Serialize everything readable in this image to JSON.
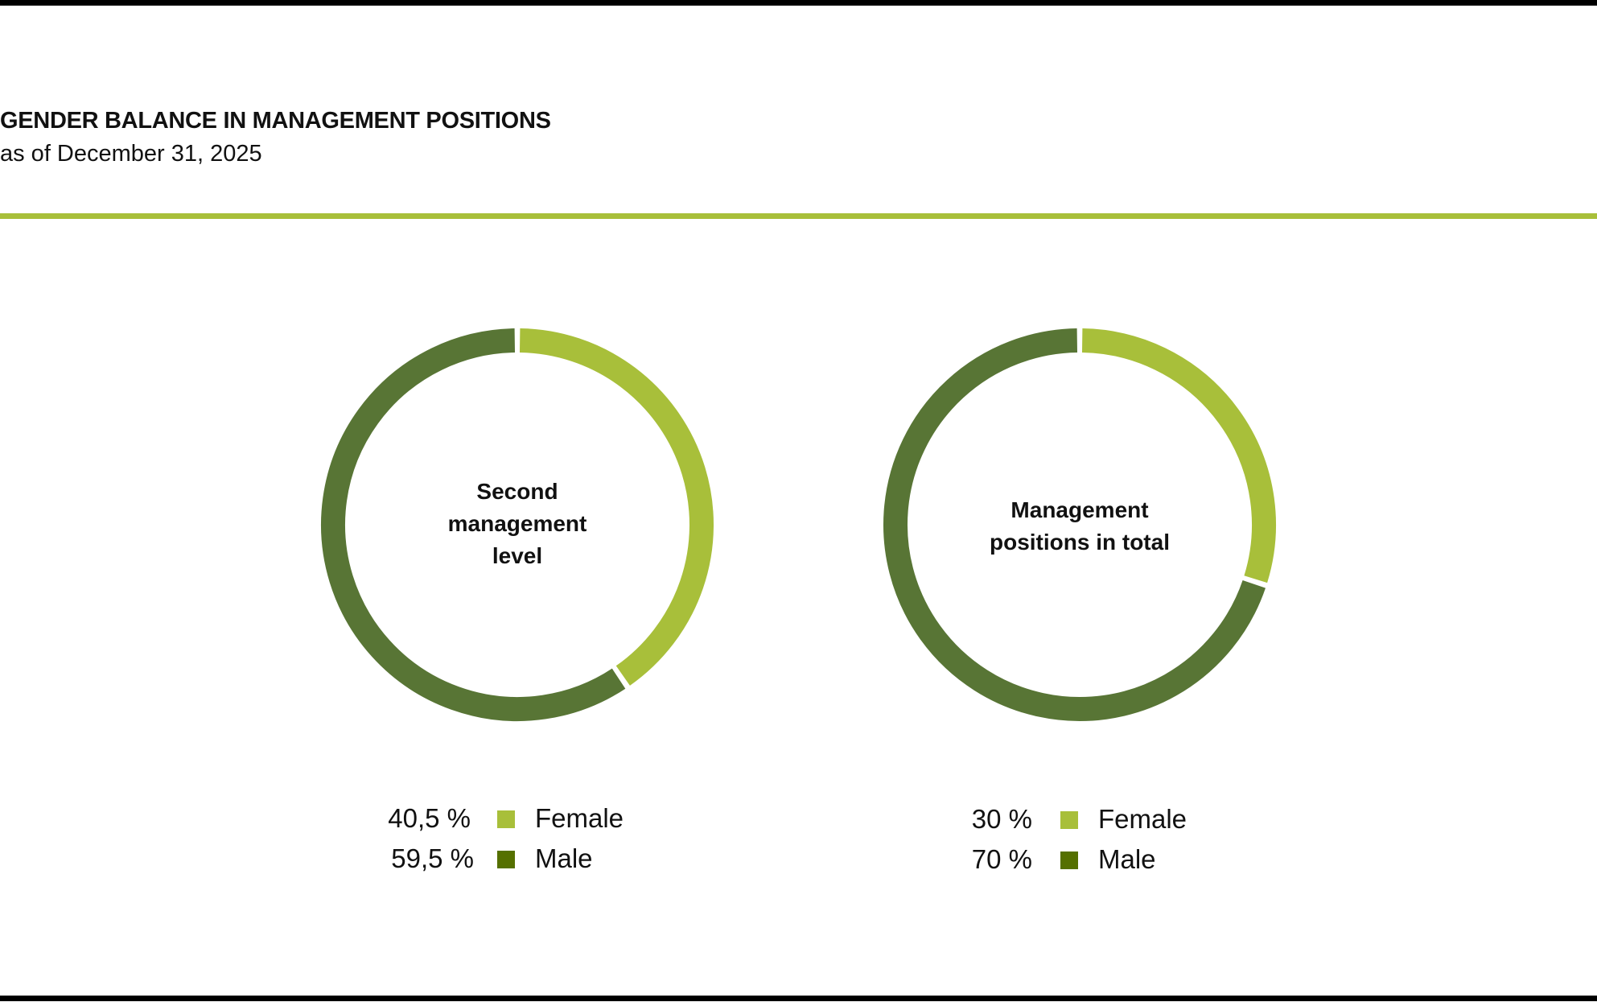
{
  "title": "GENDER BALANCE IN MANAGEMENT POSITIONS",
  "subtitle": "as of December 31, 2025",
  "colors": {
    "female": "#a8bf3a",
    "male_ring": "#587535",
    "male_legend": "#557000",
    "rule": "#a8bf3a"
  },
  "chart_data": [
    {
      "type": "pie",
      "variant": "donut",
      "center_label": [
        "Second",
        "management",
        "level"
      ],
      "categories": [
        "Female",
        "Male"
      ],
      "values": [
        40.5,
        59.5
      ],
      "value_labels": [
        "40,5 %",
        "59,5 %"
      ]
    },
    {
      "type": "pie",
      "variant": "donut",
      "center_label": [
        "Management",
        "positions in total"
      ],
      "categories": [
        "Female",
        "Male"
      ],
      "values": [
        30,
        70
      ],
      "value_labels": [
        "30 %",
        "70 %"
      ]
    }
  ]
}
